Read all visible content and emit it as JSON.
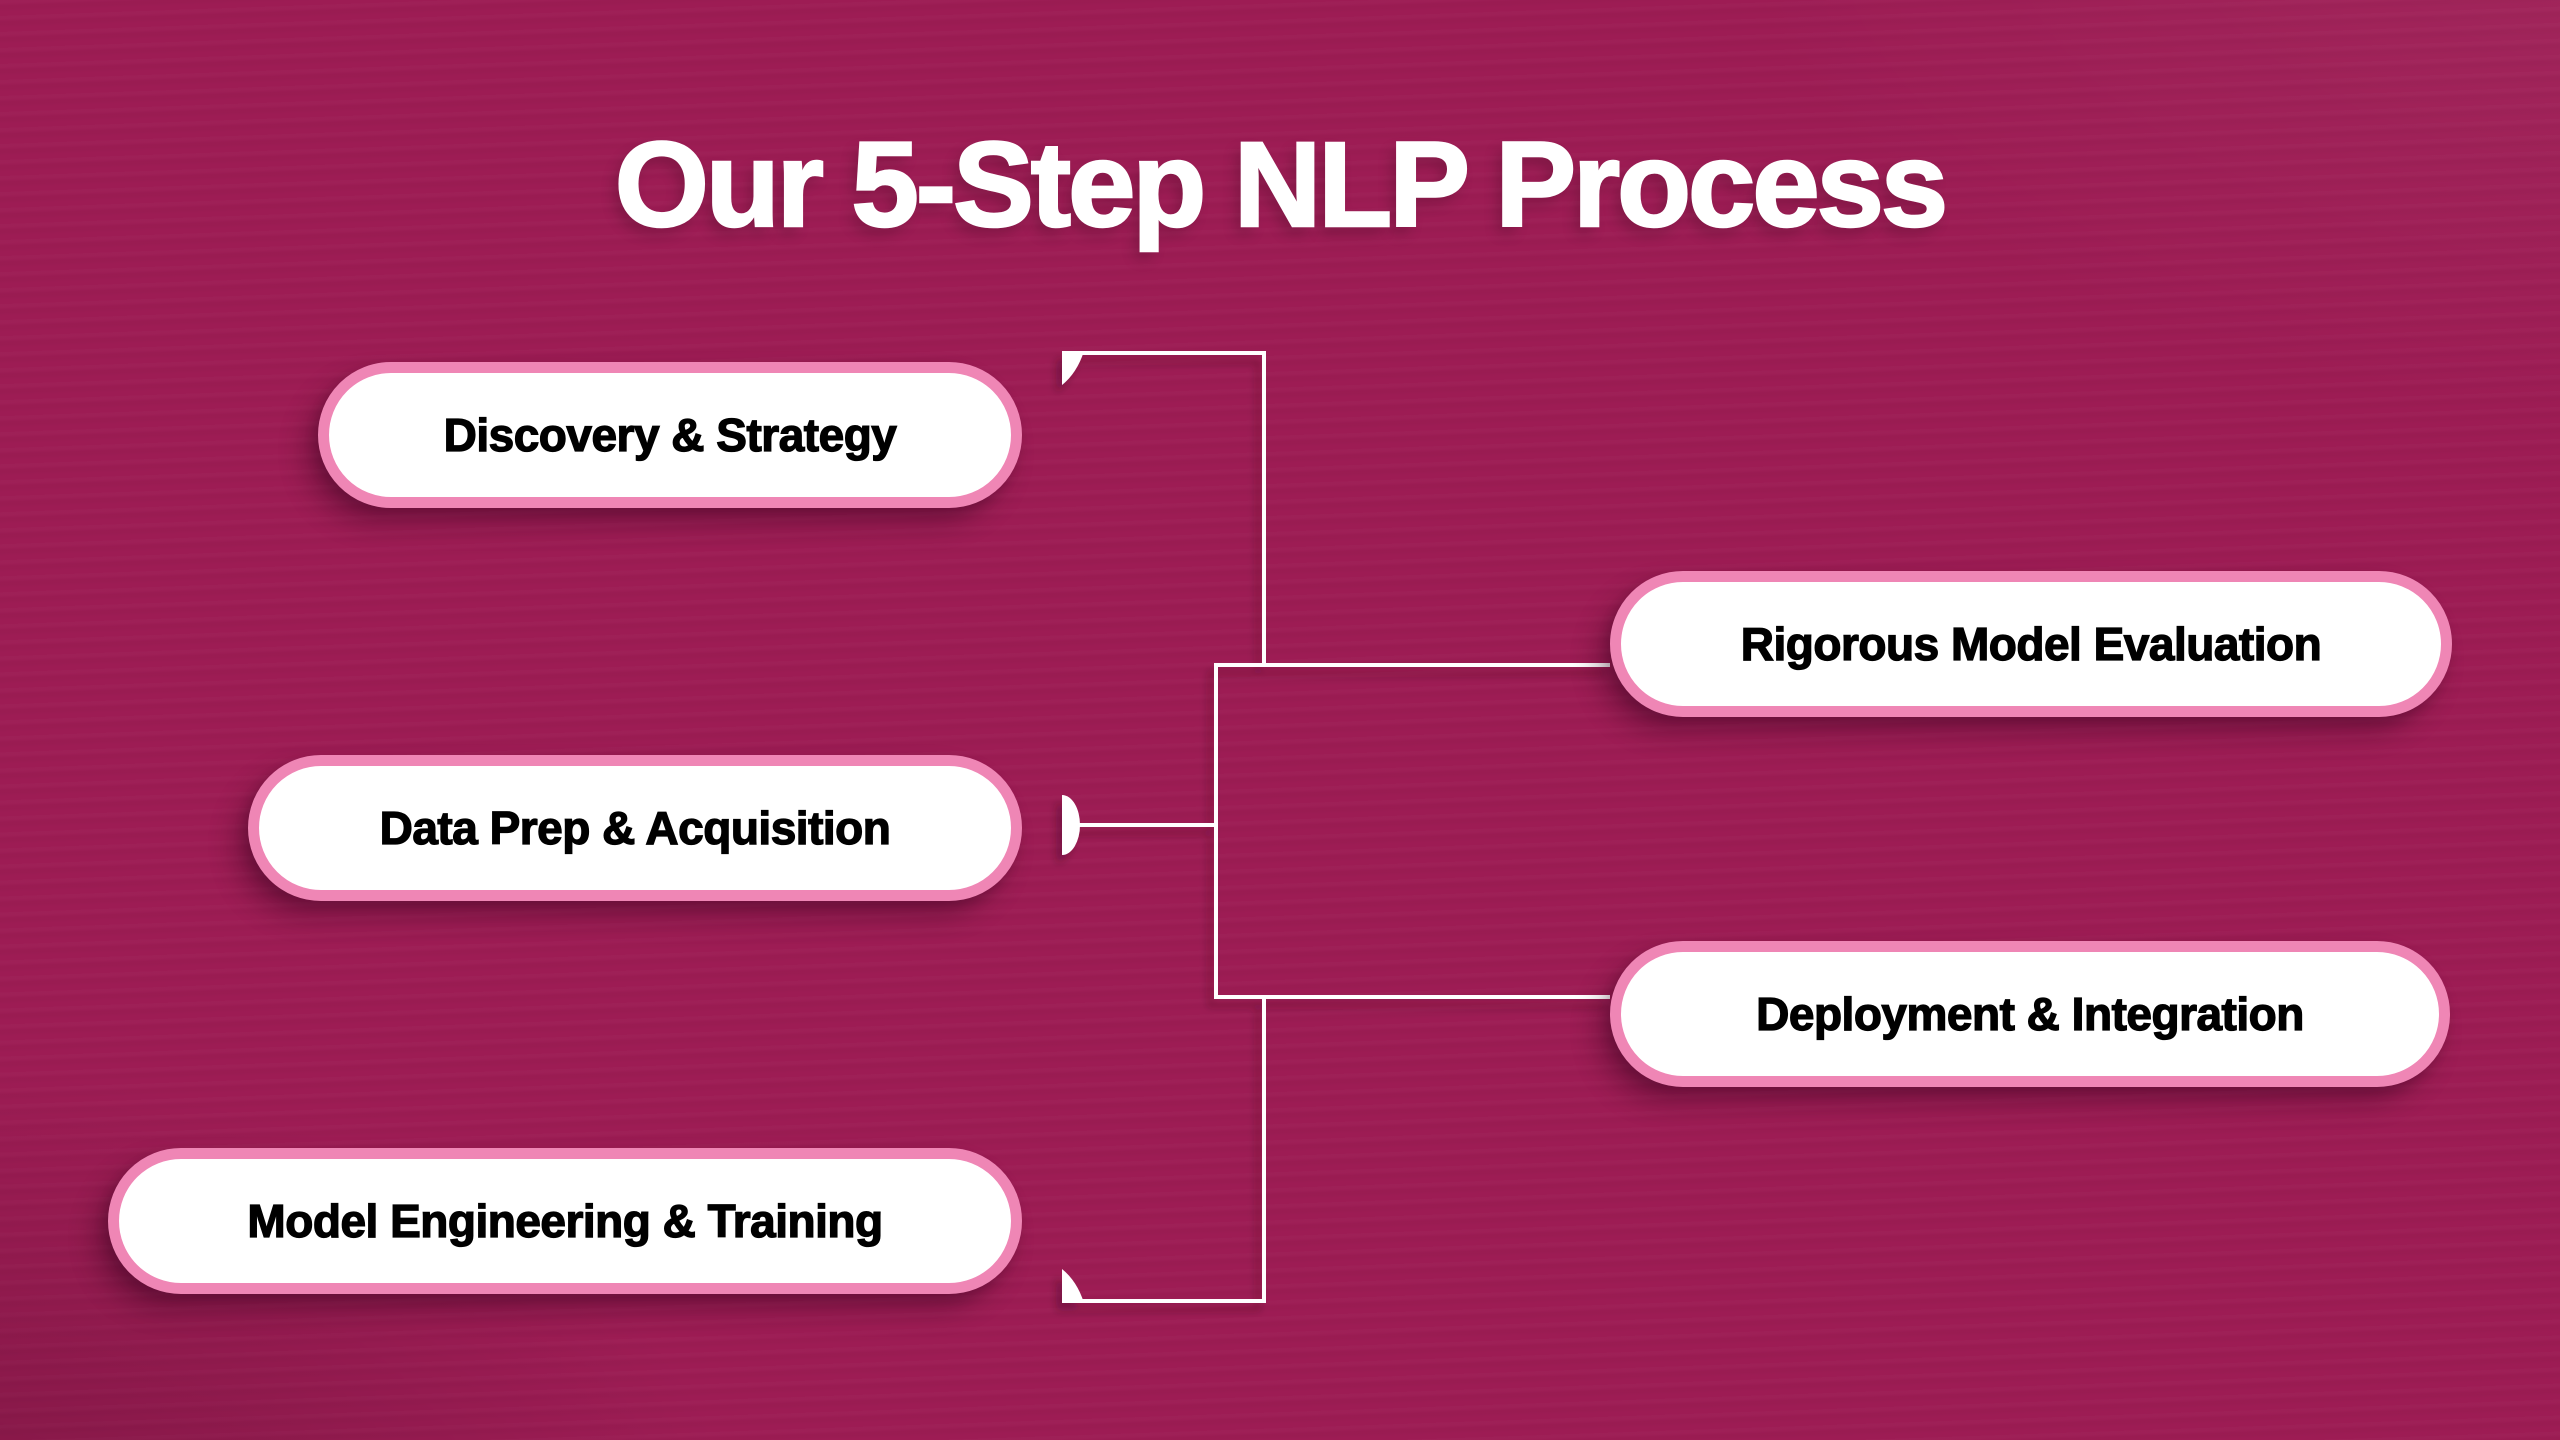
{
  "title": "Our 5-Step NLP Process",
  "colors": {
    "background": "#9d1c54",
    "node_fill": "#ffffff",
    "node_border_pink": "#ef86b5",
    "node_text": "#000000",
    "title_text": "#ffffff",
    "connector_line": "#ffffff"
  },
  "steps": [
    {
      "id": "discovery",
      "label": "Discovery & Strategy",
      "column": "left"
    },
    {
      "id": "data-prep",
      "label": "Data Prep & Acquisition",
      "column": "left"
    },
    {
      "id": "model-eng",
      "label": "Model Engineering & Training",
      "column": "left"
    },
    {
      "id": "evaluation",
      "label": "Rigorous Model Evaluation",
      "column": "right"
    },
    {
      "id": "deployment",
      "label": "Deployment & Integration",
      "column": "right"
    }
  ]
}
